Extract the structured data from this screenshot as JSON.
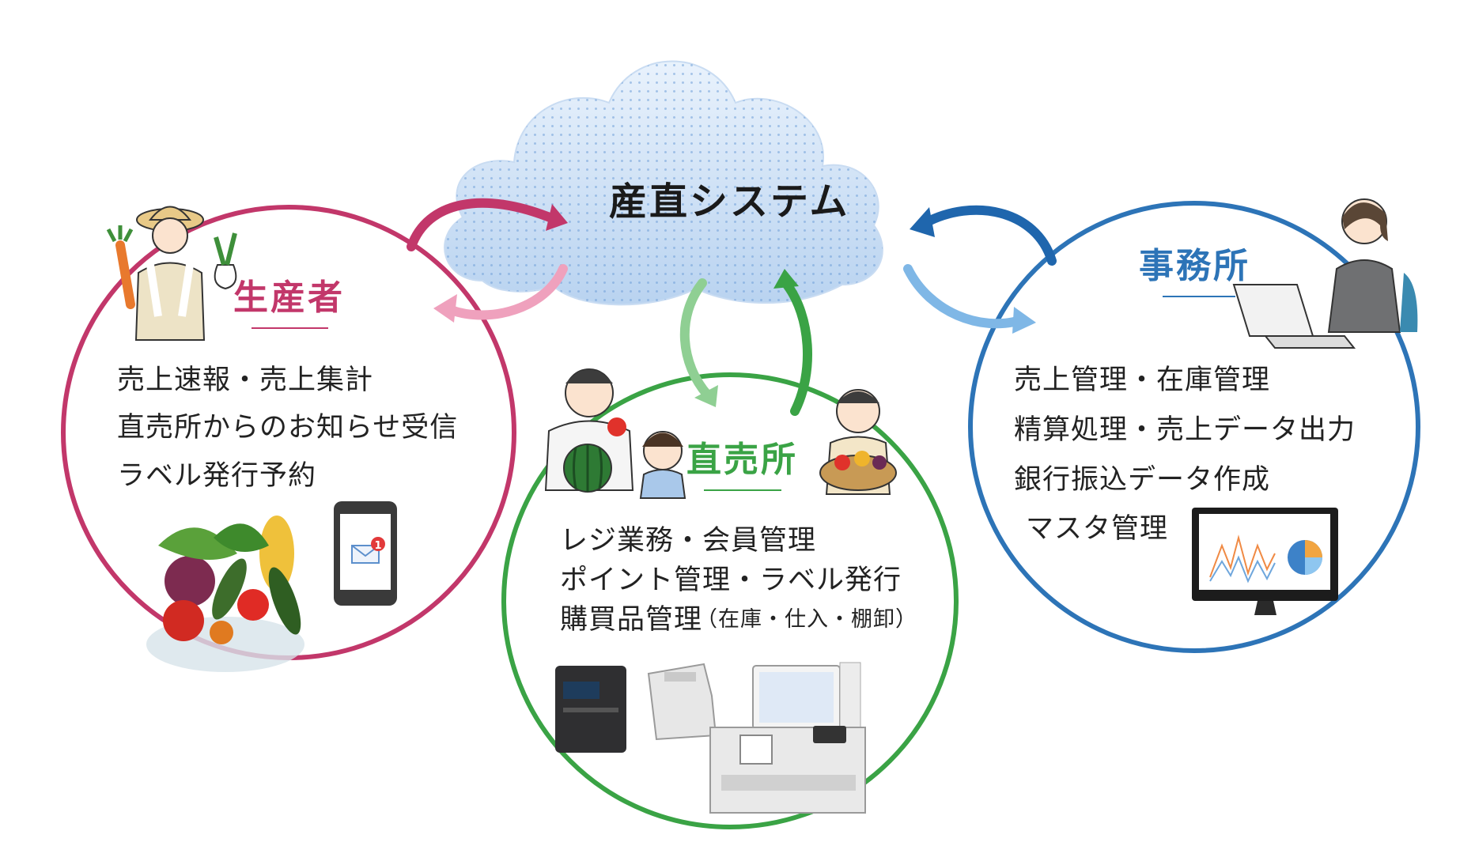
{
  "cloud": {
    "title": "産直システム"
  },
  "producer": {
    "heading": "生産者",
    "color": "#c2376a",
    "items": [
      "売上速報・売上集計",
      "直売所からのお知らせ受信",
      "ラベル発行予約"
    ],
    "notification_badge": "1"
  },
  "store": {
    "heading": "直売所",
    "color": "#3aa345",
    "items": [
      "レジ業務・会員管理",
      "ポイント管理・ラベル発行",
      "購買品管理",
      "（在庫・仕入・棚卸）"
    ]
  },
  "office": {
    "heading": "事務所",
    "color": "#2d74b7",
    "items": [
      "売上管理・在庫管理",
      "精算処理・売上データ出力",
      "銀行振込データ作成",
      "マスタ管理"
    ]
  },
  "icons": [
    "farmer-illustration",
    "vegetable-basket",
    "smartphone-mail-icon",
    "family-illustration",
    "label-printer",
    "receipt-printer",
    "pos-register",
    "office-worker-illustration",
    "monitor-chart"
  ]
}
